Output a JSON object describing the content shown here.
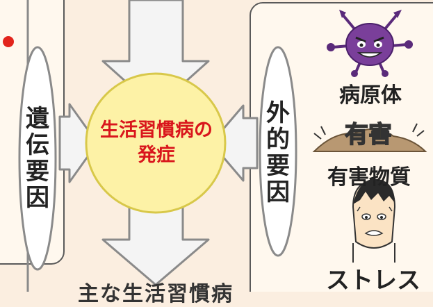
{
  "left_factor": {
    "label": [
      "遺",
      "伝",
      "要",
      "因"
    ]
  },
  "right_factor": {
    "label": [
      "外",
      "的",
      "要",
      "因"
    ]
  },
  "center": {
    "line1": "生活習慣病の",
    "line2": "発症"
  },
  "external_factors": [
    {
      "label": "病原体",
      "icon": "virus-icon"
    },
    {
      "label": "有害物質",
      "icon": "toxic-substance-icon",
      "badge": "有害"
    },
    {
      "label": "ストレス",
      "icon": "stressed-man-icon"
    }
  ],
  "bottom": {
    "text": "主な生活習慣病"
  },
  "colors": {
    "center_fill": "#fdf2a6",
    "center_text": "#d9161c",
    "arrow_fill": "#f2f2f2",
    "virus": "#7a3f9a",
    "badge_text": "#f6e01e",
    "dot": "#e2241c"
  }
}
